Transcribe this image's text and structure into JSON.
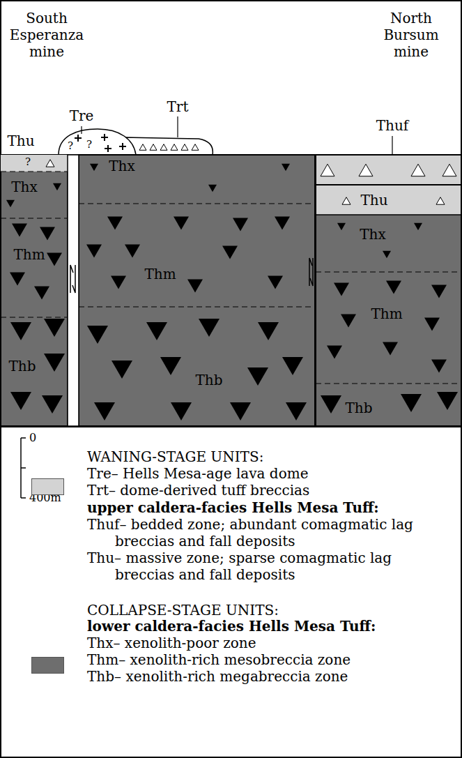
{
  "diagram": {
    "labels": [
      "South Esperanza mine",
      "North Bursum mine",
      "Tre",
      "Thu",
      "Trt",
      "Thuf",
      "Thx",
      "Thm",
      "Thb",
      "Thx",
      "Thm",
      "Thb",
      "Thu",
      "Thx",
      "Thm",
      "Thb",
      "?",
      "?",
      "?",
      "0",
      "400m",
      "WANING-STAGE UNITS:",
      "COLLAPSE-STAGE UNITS:"
    ],
    "legend": [
      {
        "text": "Tre– Hells Mesa-age lava dome"
      },
      {
        "text": "Trt– dome-derived tuff breccias"
      },
      {
        "text": "upper caldera-facies Hells Mesa Tuff:",
        "color": "#d3d3d3"
      },
      {
        "text": "Thuf– bedded zone; abundant comagmatic lag breccias and fall deposits"
      },
      {
        "text": "Thu– massive zone; sparse comagmatic lag breccias and fall deposits"
      },
      {
        "text": "lower caldera-facies Hells Mesa Tuff:",
        "color": "#6e6e6e"
      },
      {
        "text": "Thx– xenolith-poor zone"
      },
      {
        "text": "Thm– xenolith-rich mesobreccia zone"
      },
      {
        "text": "Thb– xenolith-rich megabreccia zone"
      }
    ]
  }
}
